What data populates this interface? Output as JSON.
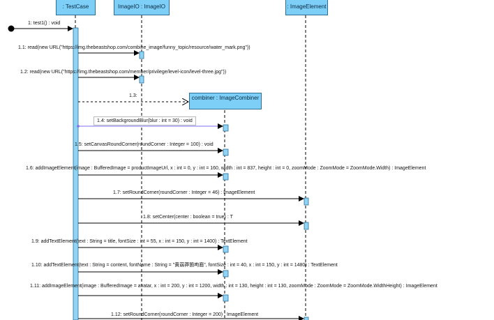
{
  "lifelines": [
    {
      "id": "testcase",
      "label": ": TestCase"
    },
    {
      "id": "imageio",
      "label": "ImageIO : ImageIO"
    },
    {
      "id": "imageelement",
      "label": ": ImageElement"
    },
    {
      "id": "combiner",
      "label": "combiner : ImageCombiner"
    }
  ],
  "messages": [
    {
      "id": "m1",
      "label": "1: test1() : void"
    },
    {
      "id": "m1_1",
      "label": "1.1: read(new URL(\"https://img.thebeastshop.com/combine_image/funny_topic/resource/water_mark.png\"))"
    },
    {
      "id": "m1_2",
      "label": "1.2: read(new URL(\"https://img.thebeastshop.com/member/privilege/level-icon/level-three.jpg\"))"
    },
    {
      "id": "m1_3",
      "label": "1.3:"
    },
    {
      "id": "m1_4",
      "label": "1.4: setBackgroundBlur(blur : int = 30) : void"
    },
    {
      "id": "m1_5",
      "label": "1.5: setCanvasRoundCorner(roundCorner : Integer = 100) : void"
    },
    {
      "id": "m1_6",
      "label": "1.6: addImageElement(image : BufferedImage = productImageUrl, x : int = 0, y : int = 160, width : int = 837, height : int = 0, zoomMode : ZoomMode = ZoomMode.Width) : ImageElement"
    },
    {
      "id": "m1_7",
      "label": "1.7: setRoundCorner(roundCorner : Integer = 46) : ImageElement"
    },
    {
      "id": "m1_8",
      "label": "1.8: setCenter(center : boolean = true) : T"
    },
    {
      "id": "m1_9",
      "label": "1.9: addTextElement(text : String = title, fontSize : int = 55, x : int = 150, y : int = 1400) : TextElement"
    },
    {
      "id": "m1_10",
      "label": "1.10: addTextElement(text : String = content, fontName : String = \"黄蒻莽箇呴裔\", fontSize : int = 40, x : int = 150, y : int = 1480) : TextElement"
    },
    {
      "id": "m1_11",
      "label": "1.11: addImageElement(image : BufferedImage = avatar, x : int = 200, y : int = 1200, width : int = 130, height : int = 130, zoomMode : ZoomMode = ZoomMode.WidthHeight) : ImageElement"
    },
    {
      "id": "m1_12",
      "label": "1.12: setRoundCorner(roundCorner : Integer = 200) : ImageElement"
    }
  ],
  "colors": {
    "lifeline_fill": "#7dcff7",
    "lifeline_border": "#2b6f96",
    "activation_fill": "#8fd3f5",
    "arrow": "#000000",
    "self_call": "#7b6cf2"
  }
}
